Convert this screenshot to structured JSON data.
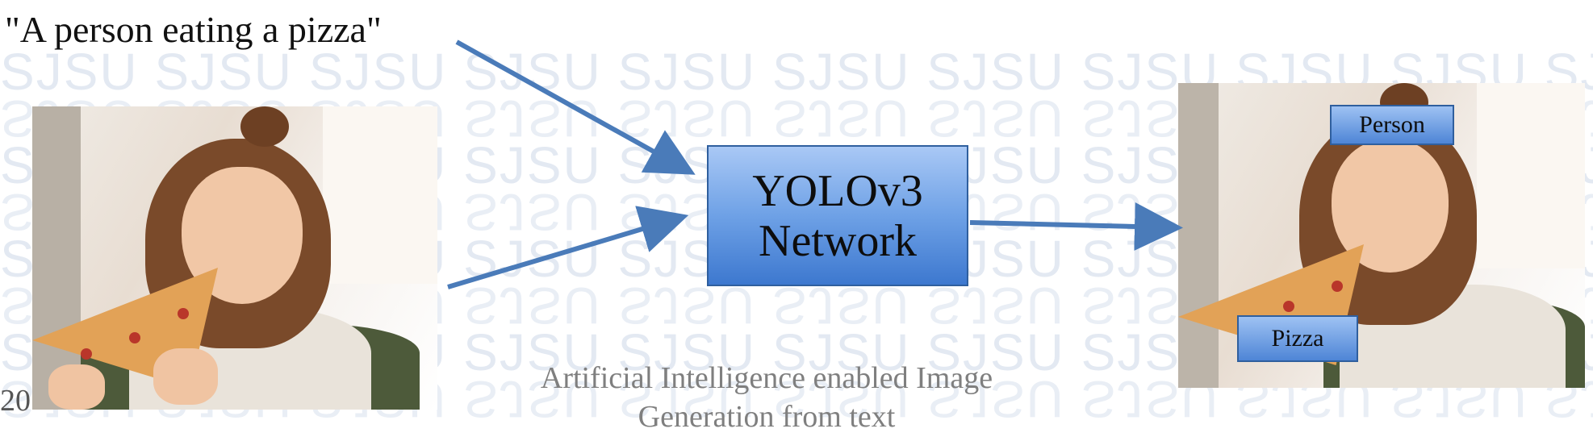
{
  "input_text": "\"A person eating a pizza\"",
  "network": {
    "line1": "YOLOv3",
    "line2": "Network"
  },
  "labels": {
    "person": "Person",
    "pizza": "Pizza"
  },
  "caption": {
    "line1": "Artificial Intelligence enabled Image",
    "line2": "Generation from text"
  },
  "corner_text": "20",
  "watermark_text": "SJSU",
  "colors": {
    "box_top": "#a9c8f5",
    "box_bottom": "#3d78cf",
    "arrow": "#4a7bb9",
    "caption": "#7f7f7f",
    "watermark": "#e3e9f2"
  }
}
